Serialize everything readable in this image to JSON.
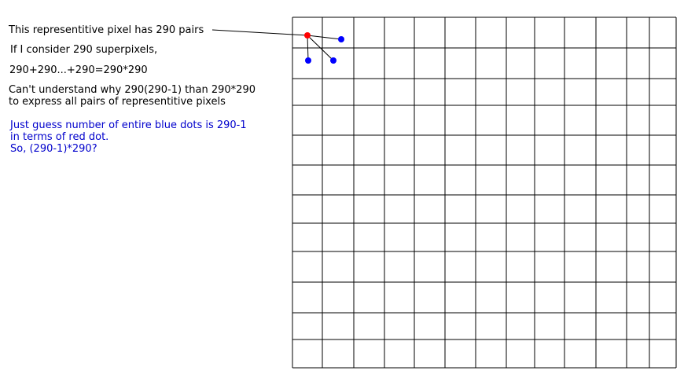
{
  "notes": {
    "line1": "This representitive pixel has 290 pairs",
    "line2": "If I consider 290 superpixels,",
    "line3": "290+290...+290=290*290",
    "line4a": "Can't understand why 290(290-1) than 290*290",
    "line4b": "to express all pairs of representitive pixels",
    "blue_a": "Just guess number of entire blue dots is 290-1",
    "blue_b": "in terms of red dot.",
    "blue_c": "So, (290-1)*290?"
  },
  "colors": {
    "text": "#000000",
    "blue_text": "#0000cc",
    "grid_line": "#000000",
    "red_dot": "#ff0000",
    "blue_dot": "#0000ff"
  }
}
